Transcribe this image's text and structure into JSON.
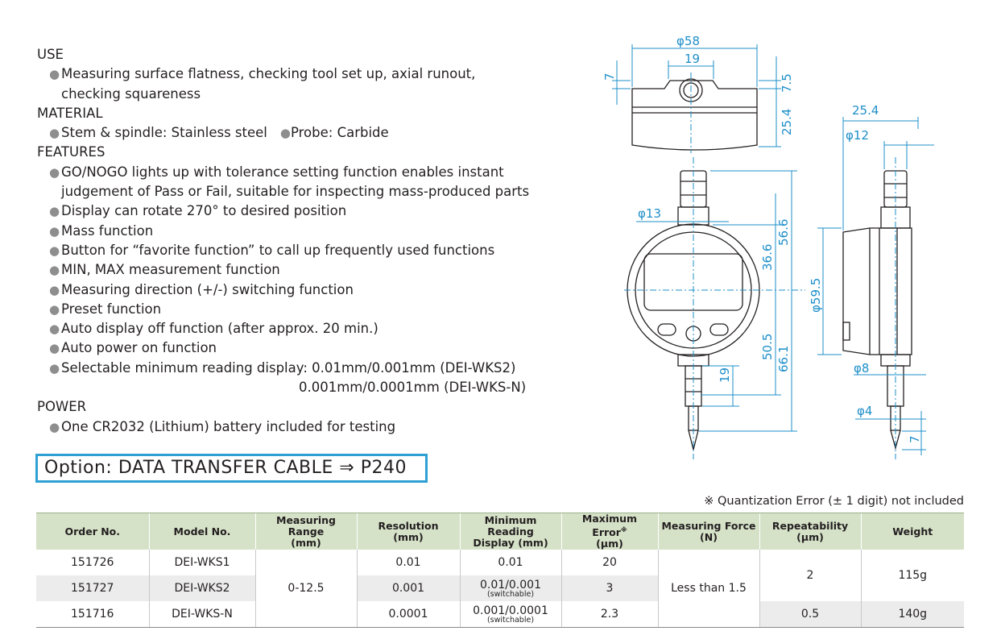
{
  "specs": {
    "use_title": "USE",
    "use_line1": "Measuring surface flatness, checking tool set up, axial runout,",
    "use_line2": "checking squareness",
    "material_title": "MATERIAL",
    "material_1": "Stem & spindle: Stainless steel",
    "material_2": "Probe: Carbide",
    "features_title": "FEATURES",
    "f1_line1": "GO/NOGO lights up with tolerance setting function enables instant",
    "f1_line2": "judgement of Pass or Fail, suitable for inspecting mass-produced parts",
    "f2": "Display can rotate 270° to desired position",
    "f3": "Mass function",
    "f4": "Button for “favorite function” to call up frequently used functions",
    "f5": "MIN, MAX measurement function",
    "f6": "Measuring direction (+/-) switching function",
    "f7": "Preset function",
    "f8": "Auto display off function (after approx. 20 min.)",
    "f9": "Auto power on function",
    "f10_line1": "Selectable minimum reading display: 0.01mm/0.001mm (DEI-WKS2)",
    "f10_line2": "0.001mm/0.0001mm (DEI-WKS-N)",
    "power_title": "POWER",
    "power_1": "One CR2032 (Lithium) battery included for testing",
    "bullet": "●"
  },
  "option_box": "Option: DATA TRANSFER CABLE ⇒ P240",
  "note": "※ Quantization Error (± 1 digit) not included",
  "table": {
    "headers": {
      "order_no": "Order No.",
      "model_no": "Model No.",
      "range_l1": "Measuring Range",
      "range_l2": "(mm)",
      "res_l1": "Resolution",
      "res_l2": "(mm)",
      "min_l1": "Minimum Reading",
      "min_l2": "Display (mm)",
      "err_l1": "Maximum Error",
      "err_mark": "※",
      "err_l2": "(μm)",
      "force_l1": "Measuring Force",
      "force_l2": "(N)",
      "rep_l1": "Repeatability",
      "rep_l2": "(μm)",
      "weight": "Weight"
    },
    "rows": [
      {
        "order": "151726",
        "model": "DEI-WKS1",
        "res": "0.01",
        "min": "0.01",
        "min_note": "",
        "err": "20"
      },
      {
        "order": "151727",
        "model": "DEI-WKS2",
        "res": "0.001",
        "min": "0.01/0.001",
        "min_note": "(switchable)",
        "err": "3"
      },
      {
        "order": "151716",
        "model": "DEI-WKS-N",
        "res": "0.0001",
        "min": "0.001/0.0001",
        "min_note": "(switchable)",
        "err": "2.3"
      }
    ],
    "range": "0-12.5",
    "force": "Less than 1.5",
    "rep_a": "2",
    "rep_b": "0.5",
    "weight_a": "115g",
    "weight_b": "140g"
  },
  "drawing": {
    "d58": "φ58",
    "d19_top": "19",
    "d7_left": "7",
    "d7_5": "7.5",
    "d25_4_v": "25.4",
    "d13": "φ13",
    "d36_6": "36.6",
    "d56_6": "56.6",
    "d50_5": "50.5",
    "d66_1": "66.1",
    "d19_stem": "19",
    "d25_4_h": "25.4",
    "d12": "φ12",
    "d59_5": "φ59.5",
    "d8": "φ8",
    "d4": "φ4",
    "d7_tip": "7"
  }
}
